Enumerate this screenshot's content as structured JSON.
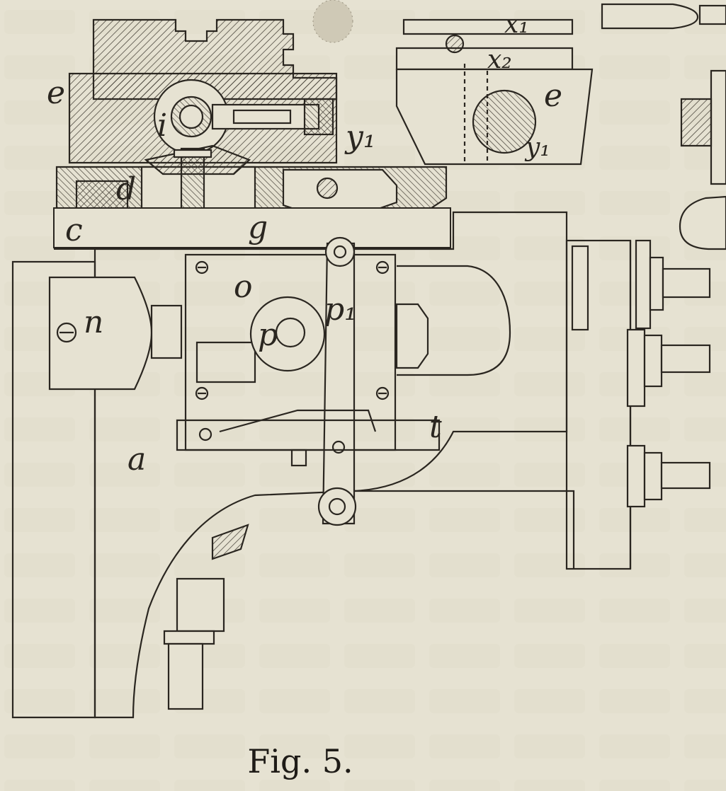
{
  "figure": {
    "caption": "Fig. 5.",
    "colors": {
      "paper": "#e6e2d2",
      "ink": "#2a2620",
      "bleed": "#cfc9b6"
    },
    "part_labels": {
      "e": "e",
      "i": "i",
      "y1": "y₁",
      "d": "d",
      "c": "c",
      "g": "g",
      "o": "o",
      "p1": "p₁",
      "n": "n",
      "p": "p",
      "t": "t",
      "a": "a"
    },
    "inset_labels": {
      "x1": "x₁",
      "x2": "x₂",
      "e": "e",
      "y1": "y₁"
    }
  }
}
